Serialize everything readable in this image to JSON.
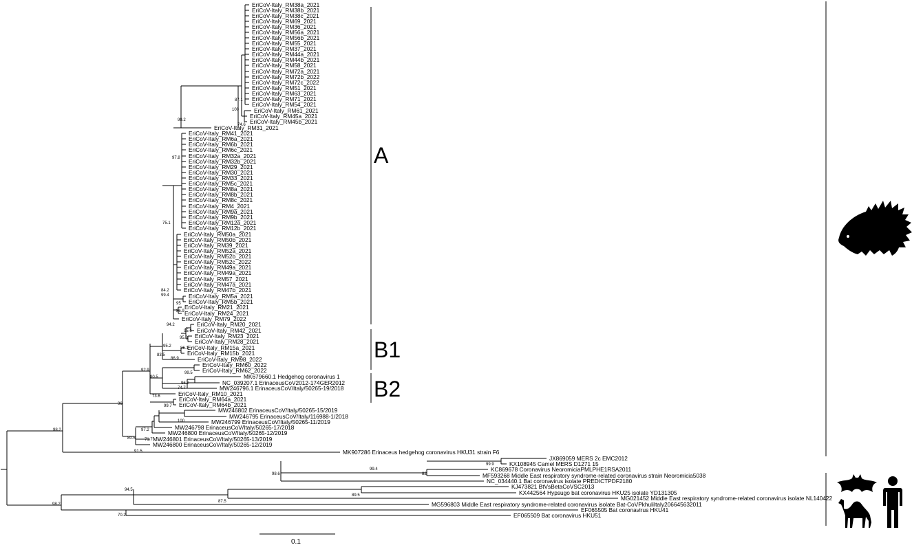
{
  "clades": {
    "A": "A",
    "B1": "B1",
    "B2": "B2"
  },
  "scale_bar": "0.1",
  "icons": {
    "hedgehog": "hedgehog-silhouette-icon",
    "bat": "bat-silhouette-icon",
    "camel": "camel-silhouette-icon",
    "human": "human-silhouette-icon"
  },
  "leaves": {
    "rm38a": "EriCoV-Italy_RM38a_2021",
    "rm38b": "EriCoV-Italy_RM38b_2021",
    "rm38c": "EriCoV-Italy_RM38c_2021",
    "rm69": "EriCoV-Italy_RM69_2021",
    "rm36": "EriCoV-Italy_RM36_2021",
    "rm56a": "EriCoV-Italy_RM56a_2021",
    "rm56b": "EriCoV-Italy_RM56b_2021",
    "rm55": "EriCoV-Italy_RM55_2021",
    "rm37": "EriCoV-Italy_RM37_2021",
    "rm44a": "EriCoV-Italy_RM44a_2021",
    "rm44b": "EriCoV-Italy_RM44b_2021",
    "rm58": "EriCoV-Italy_RM58_2021",
    "rm72a": "EriCoV-Italy_RM72a_2021",
    "rm72b": "EriCoV-Italy_RM72b_2022",
    "rm72c": "EriCoV-Italy_RM72c_2022",
    "rm51": "EriCoV-Italy_RM51_2021",
    "rm63": "EriCoV-Italy_RM63_2021",
    "rm71": "EriCoV-Italy_RM71_2021",
    "rm54": "EriCoV-Italy_RM54_2021",
    "rm61": "EriCoV-Italy_RM61_2021",
    "rm45a": "EriCoV-Italy_RM45a_2021",
    "rm45b": "EriCoV-Italy_RM45b_2021",
    "rm31": "EriCoV-Italy_RM31_2021",
    "rm41": "EriCoV-Italy_RM41_2021",
    "rm6a": "EriCoV-Italy_RM6a_2021",
    "rm6b": "EriCoV-Italy_RM6b_2021",
    "rm6c": "EriCoV-Italy_RM6c_2021",
    "rm32a": "EriCoV-Italy_RM32a_2021",
    "rm32b": "EriCoV-Italy_RM32b_2021",
    "rm29": "EriCoV-Italy_RM29_2021",
    "rm30": "EriCoV-Italy_RM30_2021",
    "rm33": "EriCoV-Italy_RM33_2021",
    "rm5c": "EriCoV-Italy_RM5c_2021",
    "rm8a": "EriCoV-Italy_RM8a_2021",
    "rm8b": "EriCoV-Italy_RM8b_2021",
    "rm8c": "EriCoV-Italy_RM8c_2021",
    "rm4": "EriCoV-Italy_RM4_2021",
    "rm9a": "EriCoV-Italy_RM9a_2021",
    "rm9b": "EriCoV-Italy_RM9b_2021",
    "rm12a": "EriCoV-Italy_RM12a_2021",
    "rm12b": "EriCoV-Italy_RM12b_2021",
    "rm50a": "EriCoV-Italy_RM50a_2021",
    "rm50b": "EriCoV-Italy_RM50b_2021",
    "rm39": "EriCoV-Italy_RM39_2021",
    "rm52a": "EriCoV-Italy_RM52a_2021",
    "rm52b": "EriCoV-Italy_RM52b_2021",
    "rm52c": "EriCoV-Italy_RM52c_2022",
    "rm49a": "EriCoV-Italy_RM49a_2021",
    "rm49a2": "EriCoV-Italy_RM49a_2021",
    "rm57": "EriCoV-Italy_RM57_2021",
    "rm47a": "EriCoV-Italy_RM47a_2021",
    "rm47b": "EriCoV-Italy_RM47b_2021",
    "rm5a": "EriCoV-Italy_RM5a_2021",
    "rm5b": "EriCoV-Italy_RM5b_2021",
    "rm21": "EriCoV-Italy_RM21_2021",
    "rm24": "EriCoV-Italy_RM24_2021",
    "rm79": "EriCoV-Italy_RM79_2022",
    "rm20": "EriCoV-Italy_RM20_2021",
    "rm42": "EriCoV-Italy_RM42_2021",
    "rm23": "EriCoV-Italy_RM23_2021",
    "rm28": "EriCoV-Italy_RM28_2021",
    "rm15a": "EriCoV-Italy_RM15a_2021",
    "rm15b": "EriCoV-Italy_RM15b_2021",
    "rm98": "EriCoV-Italy_RM98_2022",
    "rm60": "EriCoV-Italy_RM60_2022",
    "rm62": "EriCoV-Italy_RM62_2022",
    "mk679660": "MK679660.1 Hedgehog coronavirus 1",
    "nc039207": "NC_039207.1 ErinaceusCoV2012-174GER2012",
    "mw246796": "MW246796.1 ErinaceusCoV/Italy/50265-19/2018",
    "rm10": "EriCoV-Italy_RM10_2021",
    "rm64a": "EriCoV-Italy_RM64a_2021",
    "rm64b": "EriCoV-Italy_RM64b_2021",
    "mw246802": "MW246802 ErinaceusCoV/Italy/50265-15/2019",
    "mw246795": "MW246795 ErinaceusCoV/Italy/116988-1/2018",
    "mw246799": "MW246799 ErinaceusCoV/Italy/50265-11/2019",
    "mw246798": "MW246798 ErinaceusCoV/Italy/50265-17/2018",
    "mw246800a": "MW246800 ErinaceusCoV/Italy/50265-12/2019",
    "mw246801": "MW246801 ErinaceusCoV/Italy/50265-13/2019",
    "mw246800b": "MW246800 ErinaceusCoV/Italy/50265-12/2019",
    "mk907286": "MK907286  Erinaceus hedgehog coronavirus HKU31 strain F6",
    "jx869059": "JX869059 MERS 2c EMC2012",
    "kx108945": "KX108945 Camel MERS D1271 15",
    "kc869678": "KC869678  Coronavirus NeoromiciaPMLPHE1RSA2011",
    "mf593268": "MF593268 Middle East respiratory syndrome-related coronavirus strain Neoromicia5038",
    "nc034440": "NC_034440.1 Bat coronavirus isolate PREDICTPDF2180",
    "kj473821": "KJ473821 BtVsBetaCoVSC2013",
    "kx442564": "KX442564 Hypsugo bat coronavirus HKU25 isolate YD131305",
    "mg021452": "MG021452 Middle East respiratory syndrome-related coronavirus isolate NL140422",
    "mg596803": "MG596803 Middle East respiratory syndrome-related coronavirus isolate Bat-CoVPkhuliItaly206645632011",
    "ef065505": "EF065505 Bat coronavirus HKU41",
    "ef065509": "EF065509 Bat coronavirus HKU51"
  },
  "support": {
    "n87_1": "87.1",
    "n100": "100",
    "n74_6": "74.6",
    "n99_2": "99.2",
    "n97_8": "97.8",
    "n75_1": "75.1",
    "n84_2": "84.2",
    "n99_4a": "99.4",
    "n95": "95",
    "n86_9": "86.9",
    "n94_2": "94.2",
    "n95_6": "95.6",
    "n95_3": "95.3",
    "n95_2": "95.2",
    "n86_1": "86.1",
    "n83_5": "83.5",
    "n86_9b": "86.9",
    "n92_9": "92.9",
    "n90_5": "90.5",
    "n99_5": "99.5",
    "n96_2": "96.2",
    "n74_7": "74.7",
    "n73_6": "73.6",
    "n99_7": "99.7",
    "n96": "96",
    "n100b": "100",
    "n97_2": "97.2",
    "n71_7": "71.7",
    "n80_5": "80.5",
    "n91_5": "91.5",
    "n98_2a": "98.2",
    "n99_9": "99.9",
    "n99_4b": "99.4",
    "n82": "82",
    "n98_6": "98.6",
    "n94_5": "94.5",
    "n89_5": "89.5",
    "n87_5": "87.5",
    "n70_2": "70.2",
    "n98_2b": "98.2"
  }
}
